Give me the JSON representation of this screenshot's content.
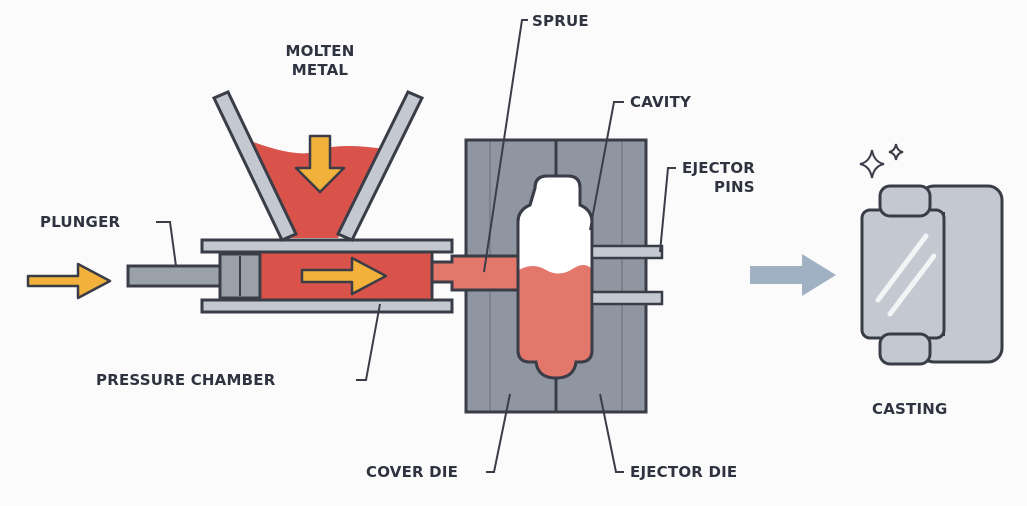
{
  "labels": {
    "molten_metal_line1": "MOLTEN",
    "molten_metal_line2": "METAL",
    "sprue": "SPRUE",
    "cavity": "CAVITY",
    "ejector_pins_line1": "EJECTOR",
    "ejector_pins_line2": "PINS",
    "plunger": "PLUNGER",
    "pressure_chamber": "PRESSURE CHAMBER",
    "cover_die": "COVER DIE",
    "ejector_die": "EJECTOR DIE",
    "casting": "CASTING"
  },
  "colors": {
    "outline": "#3a3d48",
    "metal": "#d9534a",
    "metal_light": "#e4776c",
    "die": "#8f96a1",
    "steel": "#c4c9d1",
    "steel_dark": "#9aa1ab",
    "arrow_orange": "#f2b13a",
    "arrow_blue": "#9fb1c2",
    "cavity_white": "#ffffff"
  }
}
